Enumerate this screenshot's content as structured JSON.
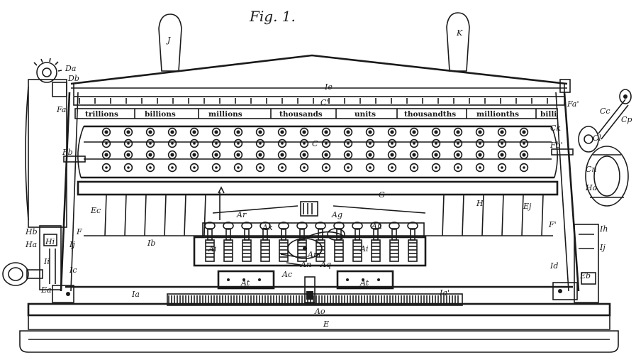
{
  "figure": {
    "caption": "Fig. 1."
  },
  "scale_labels": [
    "trillions",
    "billions",
    "millions",
    "thousands",
    "units",
    "thousandths",
    "millionths",
    "billi"
  ],
  "callouts": {
    "J": "J",
    "K": "K",
    "Da": "Da",
    "Db": "Db",
    "Ie": "Ie",
    "C_prime": "C'",
    "Fa": "Fa",
    "Fa_prime": "Fa'",
    "Ck": "Ck",
    "Fb": "Fb",
    "Fb_prime": "Fb'",
    "C": "C",
    "Cc": "Cc",
    "Cp": "Cp",
    "Cl": "Cl",
    "Cn": "Cn",
    "Ha": "Ha",
    "G": "G",
    "H": "H",
    "Ec": "Ec",
    "Ej": "Ej",
    "Ar": "Ar",
    "Ag": "Ag",
    "Ak": "Ak",
    "Ah": "Ah",
    "Ai": "Ai",
    "Am": "Am",
    "An": "An",
    "Ac": "Ac",
    "Aq": "Aq",
    "Ab": "Ab",
    "At": "At",
    "Ao": "Ao",
    "F": "F",
    "F_prime": "F'",
    "Hb": "Hb",
    "Ha_left": "Ha",
    "Hi": "Hi",
    "Ij": "Ij",
    "Ii": "Ii",
    "Ic": "Ic",
    "Ib": "Ib",
    "Ia": "Ia",
    "Ia_prime": "Ia'",
    "Ea": "Ea",
    "Eb": "Eb",
    "E": "E",
    "Ih": "Ih",
    "Ij_right": "Ij",
    "Id": "Id"
  }
}
